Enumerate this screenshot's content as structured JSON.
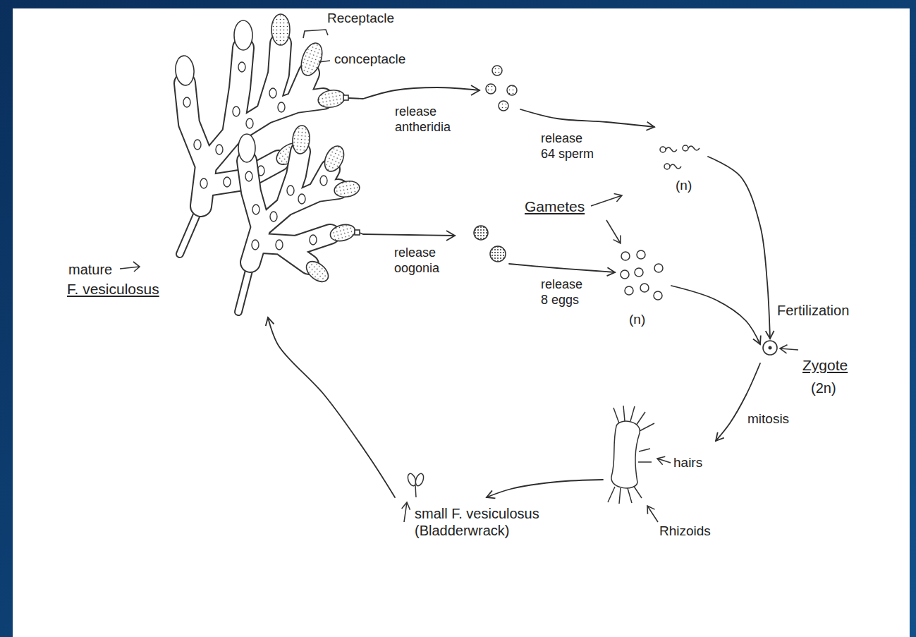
{
  "diagram": {
    "nodes": [
      {
        "text": [
          "mature",
          "F. vesiculosus"
        ]
      },
      {
        "text": [
          "(n)"
        ]
      },
      {
        "text": [
          "(n)"
        ]
      },
      {
        "text": [
          "Zygote",
          "(2n)"
        ]
      },
      {
        "text": [
          "hairs",
          "Rhizoids"
        ]
      },
      {
        "text": [
          "small F. vesiculosus (Bladderwrack)"
        ]
      }
    ],
    "edges": [
      {
        "from": 0,
        "to": 1,
        "arrow": "to",
        "label": "release antheridia"
      },
      {
        "from": 0,
        "to": 2,
        "arrow": "to",
        "label": "release oogonia"
      },
      {
        "from": 1,
        "to": 3,
        "arrow": "to"
      },
      {
        "from": 2,
        "to": 3,
        "arrow": "to",
        "label": "Fertilization"
      },
      {
        "from": 3,
        "to": 4,
        "arrow": "to",
        "label": "mitosis"
      },
      {
        "from": 4,
        "to": 5,
        "arrow": "to"
      },
      {
        "from": 5,
        "to": 0,
        "arrow": "to"
      }
    ],
    "labels": [
      "Receptacle",
      "conceptacle",
      "release 64 sperm",
      "Gametes",
      "release 8 eggs"
    ]
  }
}
